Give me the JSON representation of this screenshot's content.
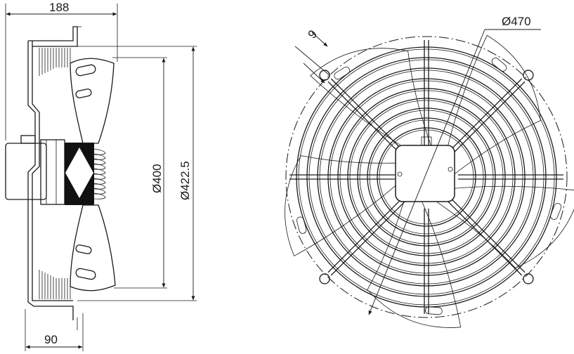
{
  "drawing": {
    "dimensions": {
      "overall_depth": "188",
      "mount_depth": "90",
      "blade_diameter": "Ø400",
      "shroud_diameter": "Ø422.5",
      "guard_diameter": "Ø470",
      "hole_diameter": "9"
    }
  }
}
